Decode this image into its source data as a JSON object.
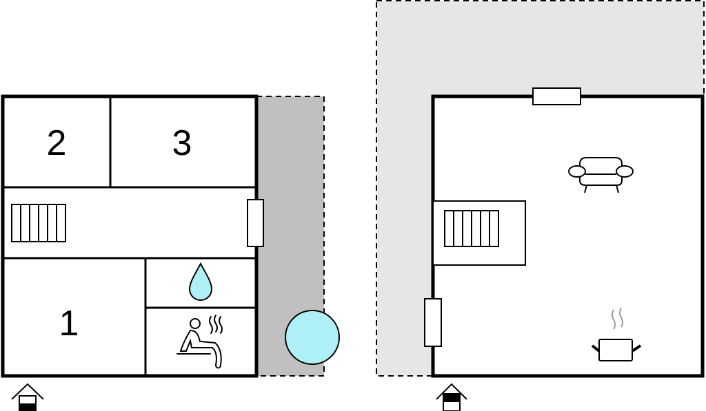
{
  "floors": [
    {
      "name": "ground-floor",
      "rooms": [
        {
          "label": "1"
        },
        {
          "label": "2"
        },
        {
          "label": "3"
        }
      ]
    },
    {
      "name": "upper-floor",
      "rooms": []
    }
  ],
  "colors": {
    "wall": "#000000",
    "terrace_dark": "#c0c0c0",
    "terrace_light": "#e6e6e6",
    "water": "#aef0f5",
    "steam": "#999999"
  },
  "icons": [
    "stairs-icon",
    "window-icon",
    "water-drop-icon",
    "sauna-icon",
    "pool-icon",
    "entrance-icon",
    "armchair-icon",
    "cooking-pot-icon"
  ]
}
